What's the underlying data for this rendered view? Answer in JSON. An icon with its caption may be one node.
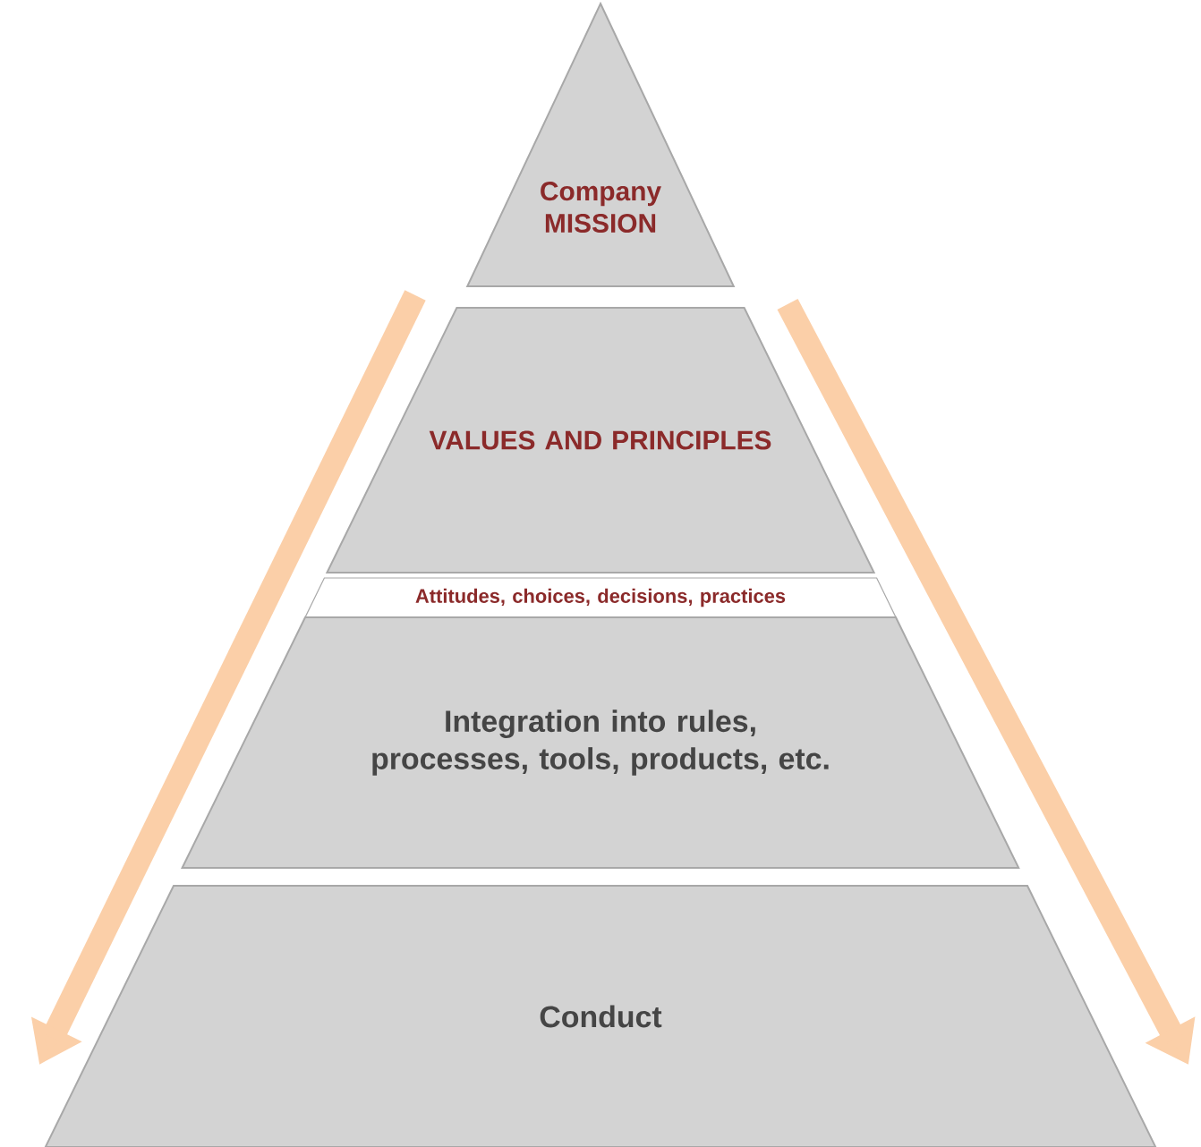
{
  "diagram": {
    "nodes": [
      {
        "text": [
          "Company MISSION"
        ]
      },
      {
        "text": [
          "VALUES AND PRINCIPLES"
        ]
      },
      {
        "text": [
          "Attitudes, choices, decisions, practices"
        ]
      },
      {
        "text": [
          "Integration into rules, processes, tools, products, etc."
        ]
      },
      {
        "text": [
          "Conduct"
        ]
      }
    ]
  }
}
